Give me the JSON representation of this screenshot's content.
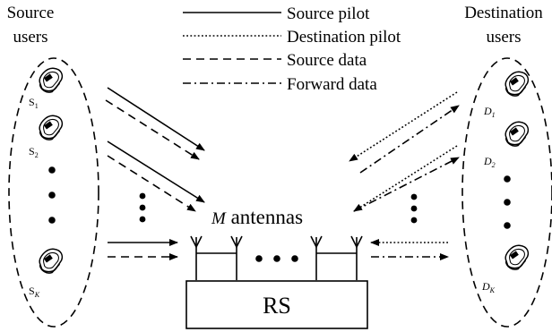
{
  "diagram": {
    "source_title_line1": "Source",
    "source_title_line2": "users",
    "dest_title_line1": "Destination",
    "dest_title_line2": "users",
    "antennas_symbol": "M",
    "antennas_text": " antennas",
    "rs_label": "RS",
    "legend": [
      {
        "style": "solid",
        "label": "Source pilot"
      },
      {
        "style": "dotted",
        "label": "Destination pilot"
      },
      {
        "style": "dashed",
        "label": "Source data"
      },
      {
        "style": "dashdot",
        "label": "Forward data"
      }
    ],
    "source_nodes": [
      {
        "letter": "S",
        "index": "1"
      },
      {
        "letter": "S",
        "index": "2"
      },
      {
        "letter": "S",
        "index": "K"
      }
    ],
    "dest_nodes": [
      {
        "letter": "D",
        "index": "1"
      },
      {
        "letter": "D",
        "index": "2"
      },
      {
        "letter": "D",
        "index": "K"
      }
    ]
  }
}
